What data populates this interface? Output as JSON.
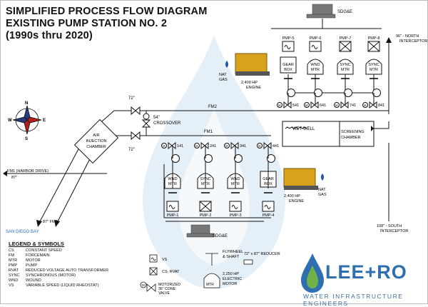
{
  "title": {
    "line1": "SIMPLIFIED PROCESS FLOW DIAGRAM",
    "line2": "EXISTING PUMP STATION NO. 2",
    "line3": "(1990s thru 2020)"
  },
  "utility_top": "SDG&E",
  "utility_bottom": "SDG&E",
  "north_interceptor": [
    "96\" - NORTH",
    "INTERCEPTOR"
  ],
  "south_interceptor": [
    "108\" - SOUTH",
    "INTERCEPTOR"
  ],
  "wet_well": "WET WELL",
  "screening_chamber": [
    "SCREENING",
    "CHAMBER"
  ],
  "fm1": "FM1",
  "fm2": "FM2",
  "air_chamber": [
    "AIR",
    "INJECTION",
    "CHAMBER"
  ],
  "crossover": [
    "54\"",
    "CROSSOVER"
  ],
  "valve_72_top": "72\"",
  "valve_72_bottom": "72\"",
  "harbor_drive": [
    "FM1 (HARBOR DRIVE)",
    "87\""
  ],
  "fm2_outlet": "87\" FM2",
  "san_diego_bay": "SAN DIEGO BAY",
  "nat_gas": [
    "NAT",
    "GAS"
  ],
  "engine": [
    "2,400 HP",
    "ENGINE"
  ],
  "upper_pumps": [
    {
      "id": "PMP-5",
      "motor": [
        "GEAR",
        "BOX"
      ],
      "valve": "541"
    },
    {
      "id": "PMP-6",
      "motor": [
        "WND",
        "MTR"
      ],
      "valve": "641"
    },
    {
      "id": "PMP-7",
      "motor": [
        "SYNC",
        "MTR"
      ],
      "valve": "741"
    },
    {
      "id": "PMP-8",
      "motor": [
        "SYNC",
        "MTR"
      ],
      "valve": "841"
    }
  ],
  "lower_pumps": [
    {
      "id": "PMP-1",
      "motor": [
        "WND",
        "MTR"
      ],
      "valve": "141"
    },
    {
      "id": "PMP-2",
      "motor": [
        "SYNC",
        "MTR"
      ],
      "valve": "241"
    },
    {
      "id": "PMP-3",
      "motor": [
        "WND",
        "MTR"
      ],
      "valve": "341"
    },
    {
      "id": "PMP-4",
      "motor": [
        "GEAR",
        "BOX"
      ],
      "valve": "441"
    }
  ],
  "compass": {
    "n": "N",
    "e": "E",
    "s": "S",
    "w": "W"
  },
  "legend": {
    "title": "LEGEND & SYMBOLS",
    "abbreviations": [
      {
        "abbr": "CS",
        "text": "CONSTANT SPEED"
      },
      {
        "abbr": "FM",
        "text": "FORCEMAIN"
      },
      {
        "abbr": "MTR",
        "text": "MOTOR"
      },
      {
        "abbr": "PMP",
        "text": "PUMP"
      },
      {
        "abbr": "RVAT",
        "text": "REDUCED VOLTAGE AUTO TRANSFORMER"
      },
      {
        "abbr": "SYNC",
        "text": "SYNCHRONOUS (MOTOR)"
      },
      {
        "abbr": "WND",
        "text": "WOUND"
      },
      {
        "abbr": "VS",
        "text": "VARIABLE SPEED (LIQUID RHEOSTAT)"
      }
    ],
    "symbols": {
      "vs": "VS",
      "cs_rvat": "CS, RVAT",
      "valve": [
        "MOTORIZED",
        "36\" CONE",
        "VALVE"
      ],
      "flywheel": [
        "FLYWHEEL",
        "& SHAFT"
      ],
      "motor": [
        "2,250 HP",
        "ELECTRIC",
        "MOTOR"
      ],
      "motor_label": "MTR",
      "reducer": "72\" x 87\"  REDUCER",
      "m": "M"
    }
  },
  "brand": {
    "name": "LEE+RO",
    "tagline": "WATER INFRASTRUCTURE ENGINEERS"
  },
  "colors": {
    "line": "#111111",
    "watermark": "#dce9f6",
    "brand": "#2e6fb0",
    "gas_flame": "#1f57a8",
    "engine": "#d9a21c",
    "bay": "#2a6fd0"
  }
}
